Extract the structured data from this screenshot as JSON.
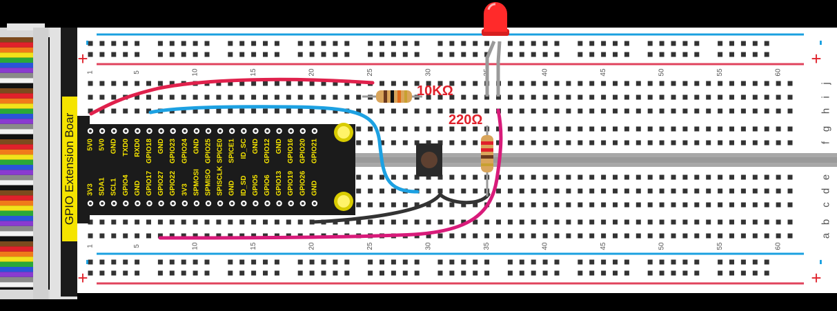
{
  "board": {
    "title": "GPIO Extension Boar",
    "top_pins": [
      "5V0",
      "5V0",
      "GND",
      "TXD0",
      "RXD0",
      "GPIO18",
      "GND",
      "GPIO23",
      "GPIO24",
      "GND",
      "GPIO25",
      "SPICE0",
      "SPICE1",
      "ID_SC",
      "GND",
      "GPIO12",
      "GND",
      "GPIO16",
      "GPIO20",
      "GPIO21"
    ],
    "bottom_pins": [
      "3V3",
      "SDA1",
      "SCL1",
      "GPIO4",
      "GND",
      "GPIO17",
      "GPIO27",
      "GPIO22",
      "3V3",
      "SPMOSI",
      "SPMISO",
      "SPISCLK",
      "GND",
      "ID_SD",
      "GPIO5",
      "GPIO6",
      "GPIO13",
      "GPIO19",
      "GPIO26",
      "GND"
    ]
  },
  "breadboard": {
    "column_numbers": [
      "1",
      "5",
      "10",
      "15",
      "20",
      "25",
      "30",
      "35",
      "40",
      "45",
      "50",
      "55",
      "60"
    ],
    "row_letters_top": [
      "j",
      "i",
      "h",
      "g",
      "f"
    ],
    "row_letters_bottom": [
      "e",
      "d",
      "c",
      "b",
      "a"
    ],
    "rail_plus": "+",
    "rail_minus": "-"
  },
  "components": {
    "resistor_1": "10KΩ",
    "resistor_2": "220Ω"
  },
  "colors": {
    "rail_red": "#e0435c",
    "rail_blue": "#1aa0e0",
    "wire_red": "#e0214c",
    "wire_blue": "#1da1e2",
    "wire_magenta": "#d81b7a",
    "wire_black": "#333333",
    "label_red": "#e0212b",
    "board_yellow": "#f5e400",
    "led_red": "#ff2a2a"
  }
}
